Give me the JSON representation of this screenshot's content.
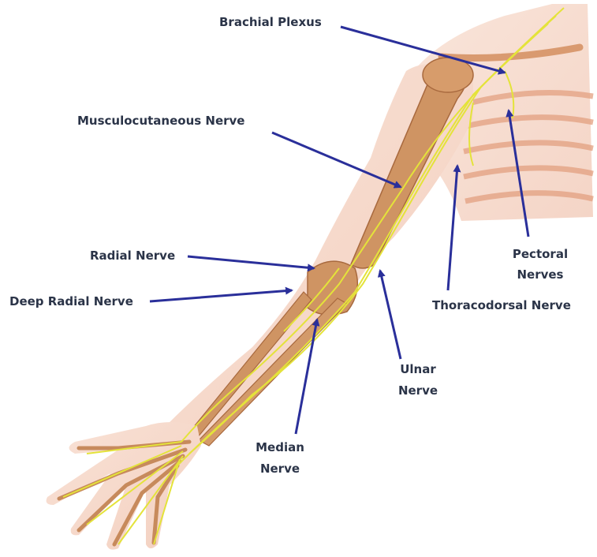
{
  "labels": {
    "brachial_plexus": "Brachial Plexus",
    "musculocutaneous": "Musculocutaneous Nerve",
    "radial": "Radial Nerve",
    "deep_radial": "Deep Radial Nerve",
    "pectoral_1": "Pectoral",
    "pectoral_2": "Nerves",
    "thoracodorsal": "Thoracodorsal Nerve",
    "ulnar_1": "Ulnar",
    "ulnar_2": "Nerve",
    "median_1": "Median",
    "median_2": "Nerve"
  },
  "colors": {
    "skin": "#f6d9cc",
    "bone": "#c98a5a",
    "nerve": "#e4e33a",
    "arrow": "#2a2f9a",
    "text": "#2b3448"
  }
}
